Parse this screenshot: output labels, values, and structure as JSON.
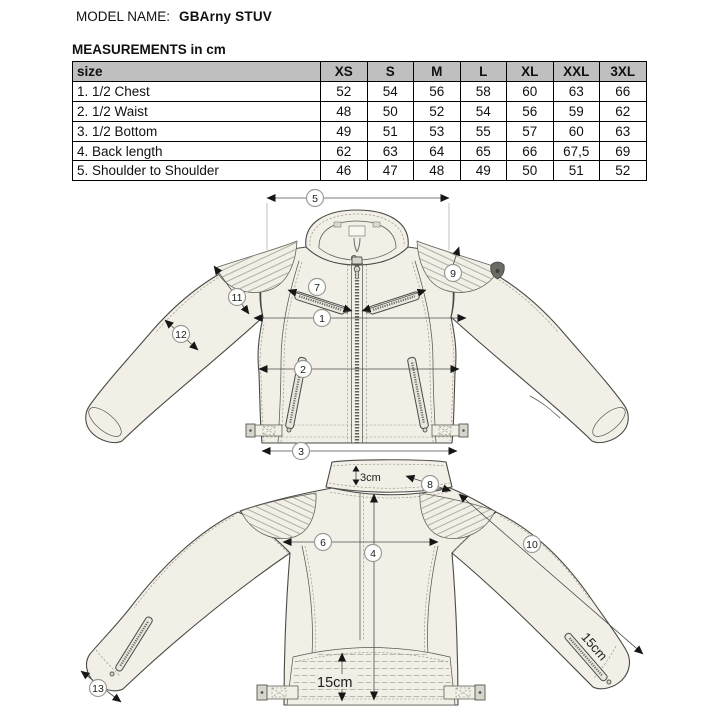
{
  "header": {
    "model_label": "MODEL NAME:",
    "model_name": "GBArny STUV",
    "table_title": "MEASUREMENTS in cm"
  },
  "size_table": {
    "columns": [
      "size",
      "XS",
      "S",
      "M",
      "L",
      "XL",
      "XXL",
      "3XL"
    ],
    "rows": [
      {
        "label": "1. 1/2 Chest",
        "values": [
          "52",
          "54",
          "56",
          "58",
          "60",
          "63",
          "66"
        ]
      },
      {
        "label": "2. 1/2 Waist",
        "values": [
          "48",
          "50",
          "52",
          "54",
          "56",
          "59",
          "62"
        ]
      },
      {
        "label": "3. 1/2 Bottom",
        "values": [
          "49",
          "51",
          "53",
          "55",
          "57",
          "60",
          "63"
        ]
      },
      {
        "label": "4. Back length",
        "values": [
          "62",
          "63",
          "64",
          "65",
          "66",
          "67,5",
          "69"
        ]
      },
      {
        "label": "5. Shoulder to Shoulder",
        "values": [
          "46",
          "47",
          "48",
          "49",
          "50",
          "51",
          "52"
        ]
      }
    ]
  },
  "figure": {
    "callouts": {
      "c1": "1",
      "c2": "2",
      "c3": "3",
      "c4": "4",
      "c5": "5",
      "c6": "6",
      "c7": "7",
      "c8": "8",
      "c9": "9",
      "c10": "10",
      "c11": "11",
      "c12": "12",
      "c13": "13"
    },
    "labels": {
      "collar_height": "3cm",
      "back_panel_height": "15cm",
      "cuff_zip_length": "15cm"
    }
  },
  "colors": {
    "jacket_fill": "#f1efe6",
    "outline": "#4a4a45",
    "table_header_bg": "#bfbfbf",
    "dimension_line": "#4c4c4c"
  }
}
